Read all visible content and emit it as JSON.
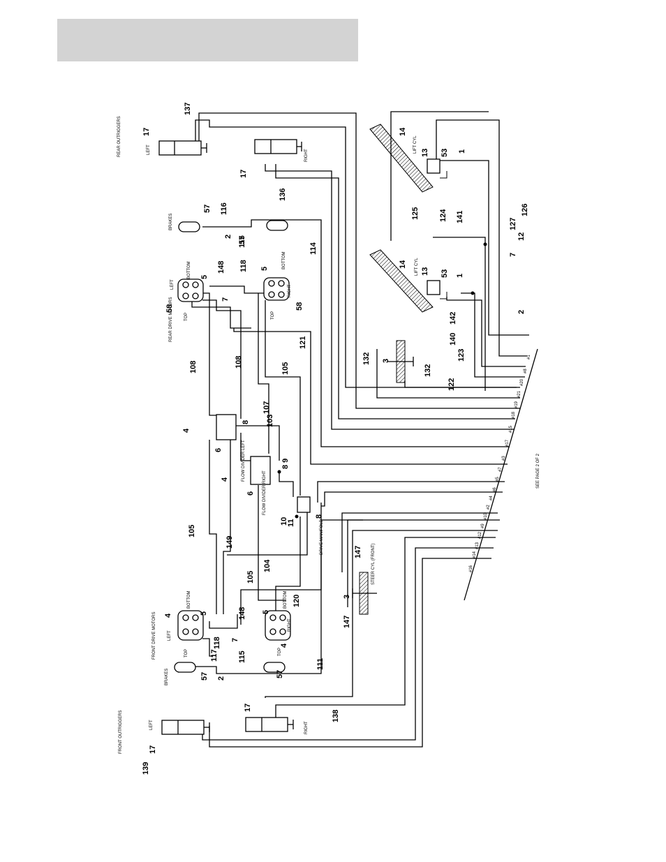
{
  "labels": {
    "rear_outriggers": "REAR OUTRIGGERS",
    "front_outriggers": "FRONT OUTRIGGERS",
    "left": "LEFT",
    "right": "RIGHT",
    "brakes": "BRAKES",
    "top": "TOP",
    "bottom": "BOTTOM",
    "rear_drive_motors": "REAR DRIVE MOTORS",
    "front_drive_motors": "FRONT DRIVE MOTORS",
    "flow_divider_left": "FLOW DIVIDER LEFT",
    "flow_divider_right": "FLOW DIVIDER RIGHT",
    "drive_manifold": "DRIVE MANIFOLD",
    "steer_cyl_front": "STEER CYL (FRONT)",
    "lift_cyl": "LIFT CYL",
    "see_page": "SEE PAGE 2 OF 2"
  },
  "ports": [
    "#16",
    "#14",
    "#13",
    "#12",
    "#9",
    "#10",
    "#2",
    "#4",
    "#6",
    "#5",
    "#7",
    "#3",
    "#17",
    "#15",
    "#18",
    "#19",
    "#21",
    "#20",
    "#8",
    "#1"
  ],
  "callouts": [
    {
      "id": "c137",
      "text": "137"
    },
    {
      "id": "c17a",
      "text": "17"
    },
    {
      "id": "c17b",
      "text": "17"
    },
    {
      "id": "c136",
      "text": "136"
    },
    {
      "id": "c57a",
      "text": "57"
    },
    {
      "id": "c116",
      "text": "116"
    },
    {
      "id": "c2a",
      "text": "2"
    },
    {
      "id": "c115a",
      "text": "115"
    },
    {
      "id": "c57b",
      "text": "57"
    },
    {
      "id": "c114",
      "text": "114"
    },
    {
      "id": "c148a",
      "text": "148"
    },
    {
      "id": "c118a",
      "text": "118"
    },
    {
      "id": "c5a",
      "text": "5"
    },
    {
      "id": "c5b",
      "text": "5"
    },
    {
      "id": "c58a",
      "text": "58"
    },
    {
      "id": "c58b",
      "text": "58"
    },
    {
      "id": "c7a",
      "text": "7"
    },
    {
      "id": "c108a",
      "text": "108"
    },
    {
      "id": "c108b",
      "text": "108"
    },
    {
      "id": "c105a",
      "text": "105"
    },
    {
      "id": "c121",
      "text": "121"
    },
    {
      "id": "c107",
      "text": "107"
    },
    {
      "id": "c103",
      "text": "103"
    },
    {
      "id": "c4a",
      "text": "4"
    },
    {
      "id": "c8a",
      "text": "8"
    },
    {
      "id": "c6a",
      "text": "6"
    },
    {
      "id": "c89",
      "text": "8 9"
    },
    {
      "id": "c4b",
      "text": "4"
    },
    {
      "id": "c6b",
      "text": "6"
    },
    {
      "id": "c10",
      "text": "10"
    },
    {
      "id": "c11",
      "text": "11"
    },
    {
      "id": "c8b",
      "text": "8"
    },
    {
      "id": "c105b",
      "text": "105"
    },
    {
      "id": "c149",
      "text": "149"
    },
    {
      "id": "c105c",
      "text": "105"
    },
    {
      "id": "c104",
      "text": "104"
    },
    {
      "id": "c4c",
      "text": "4"
    },
    {
      "id": "c5c",
      "text": "5"
    },
    {
      "id": "c148b",
      "text": "148"
    },
    {
      "id": "c5d",
      "text": "5"
    },
    {
      "id": "c120",
      "text": "120"
    },
    {
      "id": "c118b",
      "text": "118"
    },
    {
      "id": "c7b",
      "text": "7"
    },
    {
      "id": "c4d",
      "text": "4"
    },
    {
      "id": "c117",
      "text": "117"
    },
    {
      "id": "c115b",
      "text": "115"
    },
    {
      "id": "c57c",
      "text": "57"
    },
    {
      "id": "c57d",
      "text": "57"
    },
    {
      "id": "c2b",
      "text": "2"
    },
    {
      "id": "c111",
      "text": "111"
    },
    {
      "id": "c17c",
      "text": "17"
    },
    {
      "id": "c17d",
      "text": "17"
    },
    {
      "id": "c138",
      "text": "138"
    },
    {
      "id": "c139",
      "text": "139"
    },
    {
      "id": "c147a",
      "text": "147"
    },
    {
      "id": "c147b",
      "text": "147"
    },
    {
      "id": "c3a",
      "text": "3"
    },
    {
      "id": "c132a",
      "text": "132"
    },
    {
      "id": "c3b",
      "text": "3"
    },
    {
      "id": "c132b",
      "text": "132"
    },
    {
      "id": "c122",
      "text": "122"
    },
    {
      "id": "c123",
      "text": "123"
    },
    {
      "id": "c140",
      "text": "140"
    },
    {
      "id": "c142",
      "text": "142"
    },
    {
      "id": "c2c",
      "text": "2"
    },
    {
      "id": "c14a",
      "text": "14"
    },
    {
      "id": "c13a",
      "text": "13"
    },
    {
      "id": "c53a",
      "text": "53"
    },
    {
      "id": "c1a",
      "text": "1"
    },
    {
      "id": "c125",
      "text": "125"
    },
    {
      "id": "c124",
      "text": "124"
    },
    {
      "id": "c7c",
      "text": "7"
    },
    {
      "id": "c141",
      "text": "141"
    },
    {
      "id": "c127",
      "text": "127"
    },
    {
      "id": "c12",
      "text": "12"
    },
    {
      "id": "c126",
      "text": "126"
    },
    {
      "id": "c14b",
      "text": "14"
    },
    {
      "id": "c13b",
      "text": "13"
    },
    {
      "id": "c53b",
      "text": "53"
    },
    {
      "id": "c1b",
      "text": "1"
    }
  ]
}
